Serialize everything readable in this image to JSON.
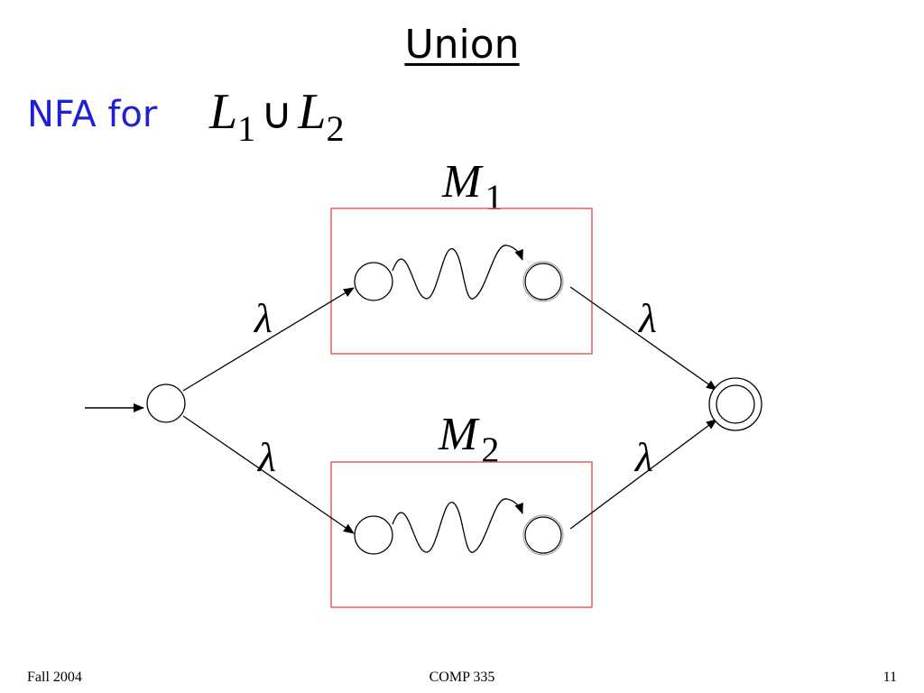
{
  "slide": {
    "title": "Union",
    "subtitle": "NFA for",
    "formula": {
      "left_symbol": "L",
      "left_sub": "1",
      "operator": "∪",
      "right_symbol": "L",
      "right_sub": "2"
    }
  },
  "diagram": {
    "machine_1": {
      "symbol": "M",
      "sub": "1"
    },
    "machine_2": {
      "symbol": "M",
      "sub": "2"
    },
    "transition_label": "λ",
    "box_color": "#e06060",
    "final_state": "double-circle"
  },
  "footer": {
    "left": "Fall 2004",
    "center": "COMP 335",
    "right": "11"
  }
}
